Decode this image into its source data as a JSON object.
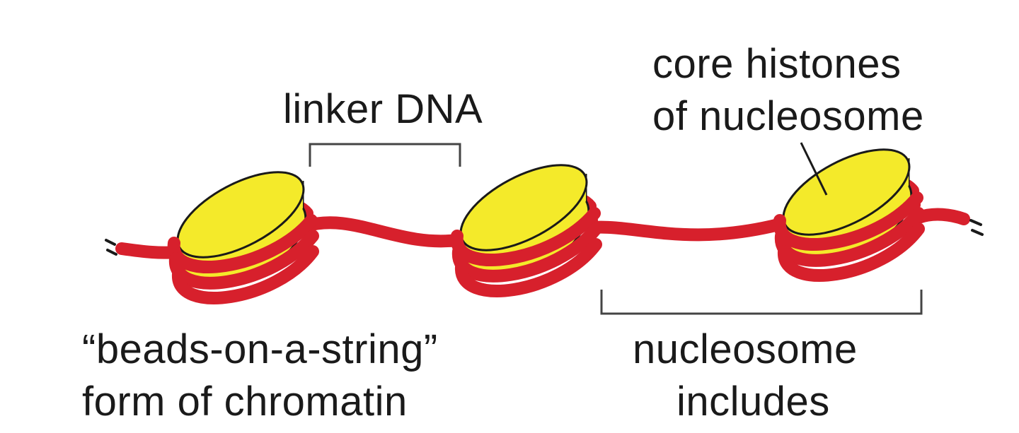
{
  "labels": {
    "linker_dna": "linker DNA",
    "core_histones_line1": "core histones",
    "core_histones_line2": "of nucleosome",
    "beads_line1": "“beads-on-a-string”",
    "beads_line2": "form of chromatin",
    "nucleosome_line1": "nucleosome",
    "nucleosome_line2": "includes"
  },
  "colors": {
    "dna": "#d7202c",
    "histone": "#f4ea2a",
    "outline": "#1a1a1a",
    "bracket": "#444444"
  }
}
